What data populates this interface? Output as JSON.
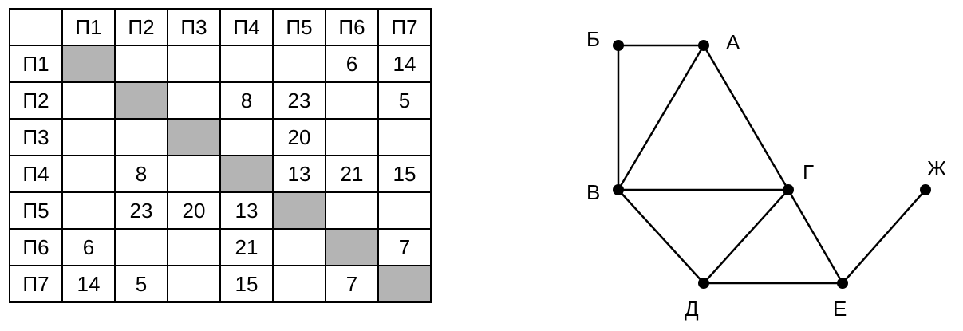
{
  "table": {
    "headers": [
      "П1",
      "П2",
      "П3",
      "П4",
      "П5",
      "П6",
      "П7"
    ],
    "rows": [
      {
        "label": "П1",
        "cells": [
          "",
          "",
          "",
          "",
          "",
          "6",
          "14"
        ]
      },
      {
        "label": "П2",
        "cells": [
          "",
          "",
          "",
          "8",
          "23",
          "",
          "5"
        ]
      },
      {
        "label": "П3",
        "cells": [
          "",
          "",
          "",
          "",
          "20",
          "",
          ""
        ]
      },
      {
        "label": "П4",
        "cells": [
          "",
          "8",
          "",
          "",
          "13",
          "21",
          "15"
        ]
      },
      {
        "label": "П5",
        "cells": [
          "",
          "23",
          "20",
          "13",
          "",
          "",
          ""
        ]
      },
      {
        "label": "П6",
        "cells": [
          "6",
          "",
          "",
          "21",
          "",
          "",
          "7"
        ]
      },
      {
        "label": "П7",
        "cells": [
          "14",
          "5",
          "",
          "15",
          "",
          "7",
          ""
        ]
      }
    ]
  },
  "graph": {
    "nodes": [
      {
        "id": "Б",
        "label": "Б"
      },
      {
        "id": "А",
        "label": "А"
      },
      {
        "id": "В",
        "label": "В"
      },
      {
        "id": "Г",
        "label": "Г"
      },
      {
        "id": "Ж",
        "label": "Ж"
      },
      {
        "id": "Д",
        "label": "Д"
      },
      {
        "id": "Е",
        "label": "Е"
      }
    ],
    "edges": [
      [
        "Б",
        "А"
      ],
      [
        "Б",
        "В"
      ],
      [
        "А",
        "В"
      ],
      [
        "А",
        "Г"
      ],
      [
        "В",
        "Г"
      ],
      [
        "В",
        "Д"
      ],
      [
        "Г",
        "Д"
      ],
      [
        "Г",
        "Е"
      ],
      [
        "Д",
        "Е"
      ],
      [
        "Е",
        "Ж"
      ]
    ]
  }
}
